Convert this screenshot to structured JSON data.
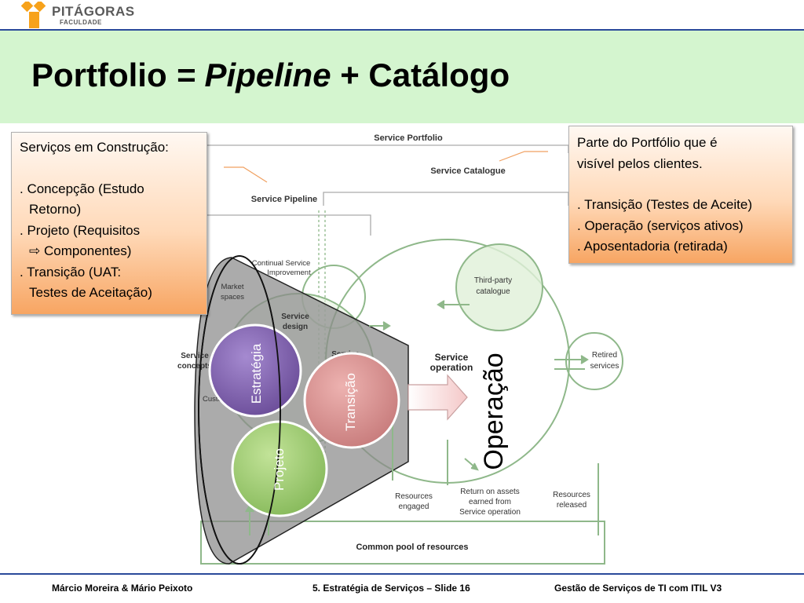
{
  "header": {
    "logo_name": "PITÁGORAS",
    "logo_sub": "FACULDADE"
  },
  "slide": {
    "title_part1": "Portfolio",
    "title_part2": "= Pipeline",
    "title_part3": "+ Catálogo"
  },
  "diagram": {
    "service_portfolio": "Service Portfolio",
    "service_catalogue": "Service Catalogue",
    "service_pipeline": "Service Pipeline",
    "continual_improvement_1": "Continual Service",
    "continual_improvement_2": "Improvement",
    "market_spaces_1": "Market",
    "market_spaces_2": "spaces",
    "service_design_1": "Service",
    "service_design_2": "design",
    "service_concepts_1": "Service",
    "service_concepts_2": "concepts",
    "service_transition_1": "Service",
    "customers": "Customers",
    "third_party_1": "Third-party",
    "third_party_2": "catalogue",
    "service_operation_1": "Service",
    "service_operation_2": "operation",
    "retired_1": "Retired",
    "retired_2": "services",
    "resources_engaged_1": "Resources",
    "resources_engaged_2": "engaged",
    "return_assets_1": "Return on assets",
    "return_assets_2": "earned from",
    "return_assets_3": "Service operation",
    "resources_released_1": "Resources",
    "resources_released_2": "released",
    "common_pool": "Common pool of resources",
    "circle_estrategia": "Estratégia",
    "circle_transicao": "Transição",
    "circle_projeto": "Projeto",
    "operacao": "Operação"
  },
  "callout_left": {
    "line1": "Serviços em Construção:",
    "line2": ". Concepção (Estudo",
    "line3": "Retorno)",
    "line4": ". Projeto (Requisitos",
    "line5": "⇨ Componentes)",
    "line6": ". Transição (UAT:",
    "line7": "Testes de Aceitação)"
  },
  "callout_right": {
    "line1": "Parte do Portfólio que é",
    "line2": "visível pelos clientes.",
    "line3": ". Transição (Testes de Aceite)",
    "line4": ". Operação (serviços ativos)",
    "line5": ". Aposentadoria (retirada)"
  },
  "footer": {
    "authors": "Márcio Moreira & Mário Peixoto",
    "slide_ref": "5. Estratégia de Serviços – Slide 16",
    "course": "Gestão de Serviços de TI com ITIL V3"
  },
  "colors": {
    "title_band": "#d4f5cf",
    "accent_line": "#2a4a9a",
    "diagram_green": "#8fb88a",
    "estrategia": "#7b5ea7",
    "transicao": "#d48a8a",
    "projeto": "#9cc96b"
  }
}
